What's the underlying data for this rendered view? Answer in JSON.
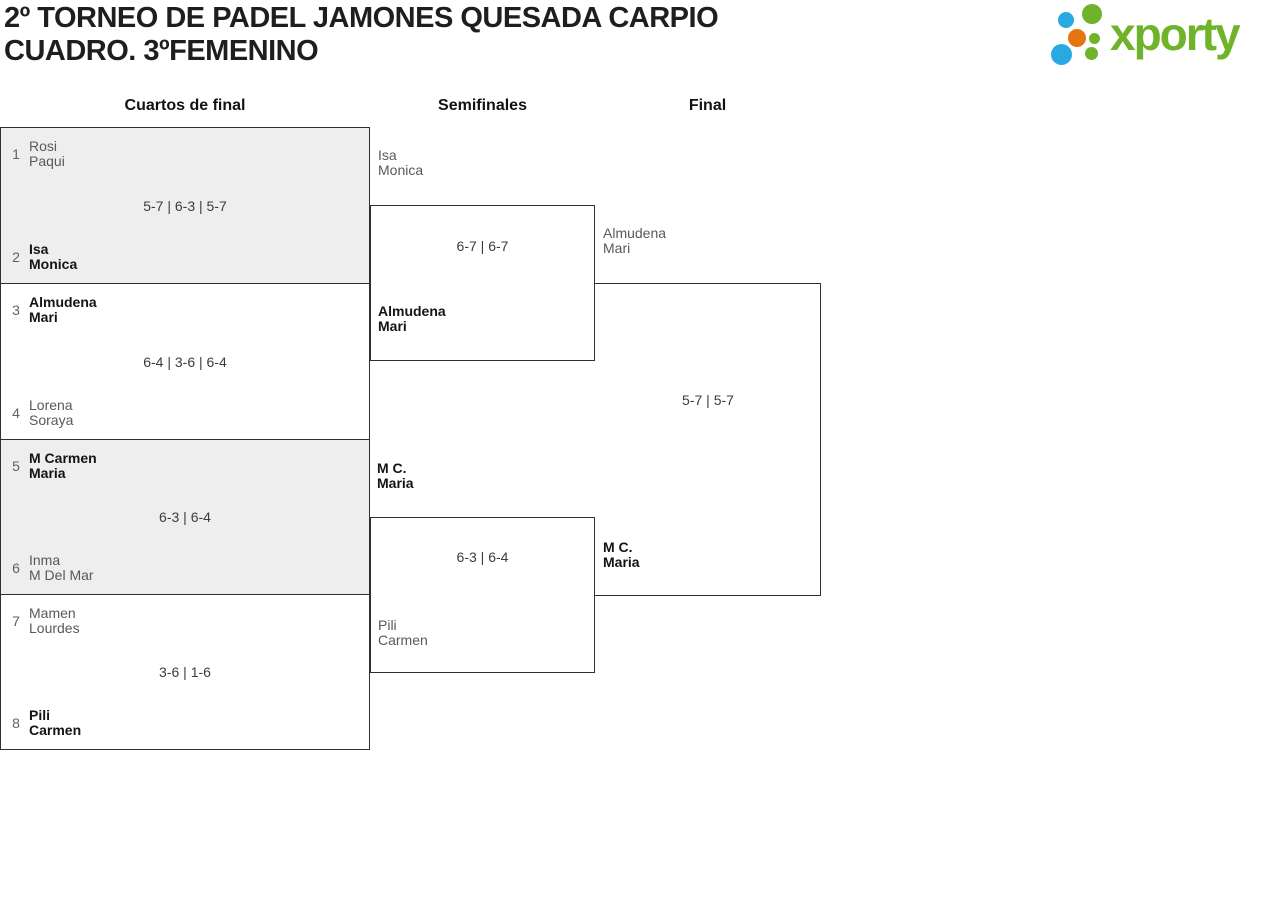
{
  "title": {
    "line1": "2º TORNEO DE PADEL JAMONES QUESADA CARPIO",
    "line2": "CUADRO. 3ºFEMENINO"
  },
  "logo": {
    "text": "xporty",
    "green": "#6fb32a",
    "blue": "#29a9e1",
    "orange": "#e67410"
  },
  "round_headers": [
    "Cuartos de final",
    "Semifinales",
    "Final"
  ],
  "quarterfinals": [
    {
      "seed_top": "1",
      "team_top": [
        "Rosi",
        "Paqui"
      ],
      "score": "5-7 | 6-3 | 5-7",
      "seed_bottom": "2",
      "team_bottom": [
        "Isa",
        "Monica"
      ],
      "winner": "bottom",
      "shaded": true
    },
    {
      "seed_top": "3",
      "team_top": [
        "Almudena",
        "Mari"
      ],
      "score": "6-4 | 3-6 | 6-4",
      "seed_bottom": "4",
      "team_bottom": [
        "Lorena",
        "Soraya"
      ],
      "winner": "top",
      "shaded": false
    },
    {
      "seed_top": "5",
      "team_top": [
        "M Carmen",
        "Maria"
      ],
      "score": "6-3 | 6-4",
      "seed_bottom": "6",
      "team_bottom": [
        "Inma",
        "M Del Mar"
      ],
      "winner": "top",
      "shaded": true
    },
    {
      "seed_top": "7",
      "team_top": [
        "Mamen",
        "Lourdes"
      ],
      "score": "3-6 | 1-6",
      "seed_bottom": "8",
      "team_bottom": [
        "Pili",
        "Carmen"
      ],
      "winner": "bottom",
      "shaded": false
    }
  ],
  "semifinals": [
    {
      "team_top": [
        "Isa",
        "Monica"
      ],
      "score": "6-7 | 6-7",
      "team_bottom": [
        "Almudena",
        "Mari"
      ],
      "winner": "bottom"
    },
    {
      "team_top": [
        "M C.",
        "Maria"
      ],
      "score": "6-3 | 6-4",
      "team_bottom": [
        "Pili",
        "Carmen"
      ],
      "winner": "top"
    }
  ],
  "final": {
    "team_top": [
      "Almudena",
      "Mari"
    ],
    "score": "5-7 | 5-7",
    "team_bottom": [
      "M C.",
      "Maria"
    ],
    "winner": "bottom"
  }
}
